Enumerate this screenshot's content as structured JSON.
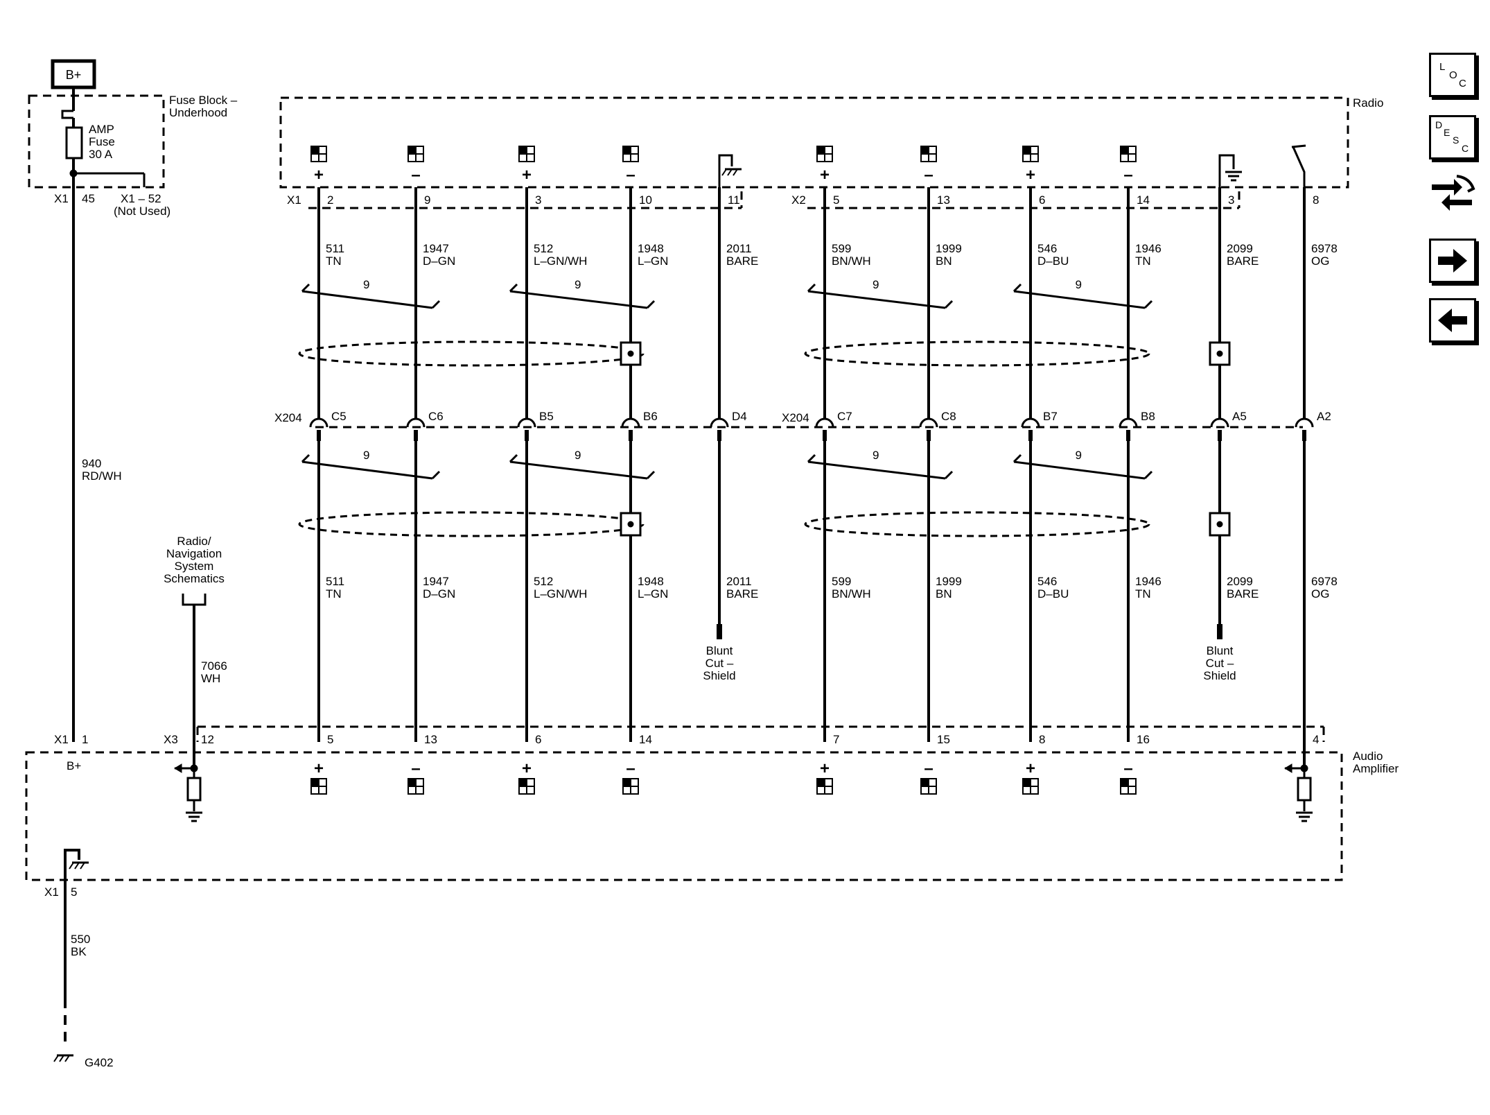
{
  "power": {
    "label": "B+"
  },
  "fuse_block": {
    "title": [
      "Fuse Block –",
      "Underhood"
    ],
    "fuse_label": [
      "AMP",
      "Fuse",
      "30 A"
    ],
    "conn_left": "X1",
    "pin_left": "45",
    "unused_label": [
      "X1 – 52",
      "(Not Used)"
    ]
  },
  "radio": {
    "title": "Radio",
    "connectors": [
      "X1",
      "X2"
    ],
    "terminals": [
      {
        "pin": "2",
        "sign": "+",
        "circuit": "511",
        "color": "TN"
      },
      {
        "pin": "9",
        "sign": "–",
        "circuit": "1947",
        "color": "D–GN"
      },
      {
        "pin": "3",
        "sign": "+",
        "circuit": "512",
        "color": "L–GN/WH"
      },
      {
        "pin": "10",
        "sign": "–",
        "circuit": "1948",
        "color": "L–GN"
      },
      {
        "pin": "11",
        "sign": "",
        "circuit": "2011",
        "color": "BARE"
      },
      {
        "pin": "5",
        "sign": "+",
        "circuit": "599",
        "color": "BN/WH"
      },
      {
        "pin": "13",
        "sign": "–",
        "circuit": "1999",
        "color": "BN"
      },
      {
        "pin": "6",
        "sign": "+",
        "circuit": "546",
        "color": "D–BU"
      },
      {
        "pin": "14",
        "sign": "–",
        "circuit": "1946",
        "color": "TN"
      },
      {
        "pin": "3",
        "sign": "",
        "circuit": "2099",
        "color": "BARE"
      },
      {
        "pin": "8",
        "sign": "",
        "circuit": "6978",
        "color": "OG"
      }
    ]
  },
  "twist_label": "9",
  "inline_connector": {
    "names": [
      "X204",
      "X204"
    ],
    "cavities": [
      "C5",
      "C6",
      "B5",
      "B6",
      "D4",
      "C7",
      "C8",
      "B7",
      "B8",
      "A5",
      "A2"
    ]
  },
  "blunt_cut_label": [
    "Blunt",
    "Cut –",
    "Shield"
  ],
  "amp_feed": {
    "circuit": "940",
    "color": "RD/WH"
  },
  "nav_ref": {
    "label": [
      "Radio/",
      "Navigation",
      "System",
      "Schematics"
    ],
    "circuit": "7066",
    "color": "WH"
  },
  "amplifier": {
    "title": [
      "Audio",
      "Amplifier"
    ],
    "x1_label": "X1",
    "x1_pin": "1",
    "b_plus": "B+",
    "x3_label": "X3",
    "pins": [
      "12",
      "5",
      "13",
      "6",
      "14",
      "7",
      "15",
      "8",
      "16",
      "4"
    ],
    "signs": [
      "+",
      "–",
      "+",
      "–",
      "+",
      "–",
      "+",
      "–"
    ],
    "ground_conn": "X1",
    "ground_pin": "5"
  },
  "ground": {
    "circuit": "550",
    "color": "BK",
    "name": "G402"
  },
  "nav_buttons": {
    "loc": [
      "L",
      "O",
      "C"
    ],
    "desc": [
      "D",
      "E",
      "S",
      "C"
    ]
  }
}
